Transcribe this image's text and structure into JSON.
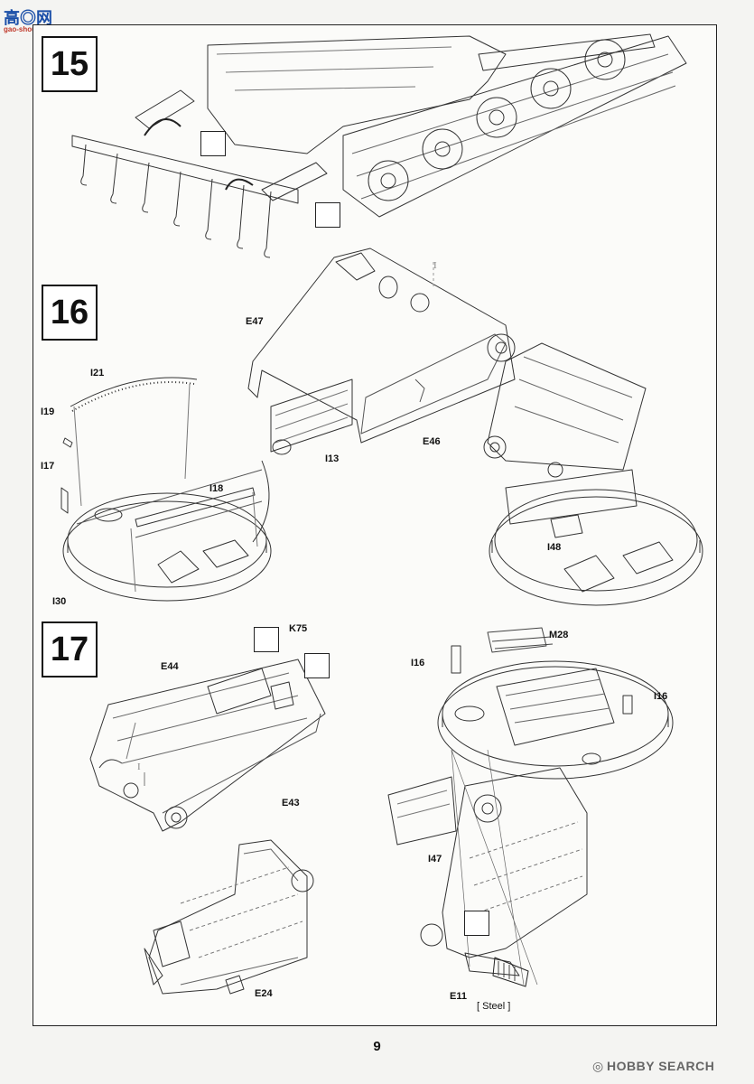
{
  "watermark": {
    "logo_text": "高◎网",
    "site": "gao-shou.com"
  },
  "footer": {
    "page_number": "9",
    "brand": "HOBBY SEARCH",
    "brand_icon": "hobby-search-logo-icon"
  },
  "steps": [
    {
      "number": "15"
    },
    {
      "number": "16"
    },
    {
      "number": "17"
    }
  ],
  "parts": {
    "e47": "E47",
    "i21": "I21",
    "i19": "I19",
    "i17": "I17",
    "i18": "I18",
    "i30": "I30",
    "i13": "I13",
    "e46": "E46",
    "i48": "I48",
    "i_s16": "I",
    "e44": "E44",
    "k75": "K75",
    "e43": "E43",
    "e24": "E24",
    "i16a": "I16",
    "m28": "M28",
    "i16b": "I16",
    "i47": "I47",
    "e11": "E11",
    "steel": "[ Steel ]",
    "i_s17": "I"
  },
  "icons": {
    "glue_warning": "glue-do-not-apply-icon"
  }
}
